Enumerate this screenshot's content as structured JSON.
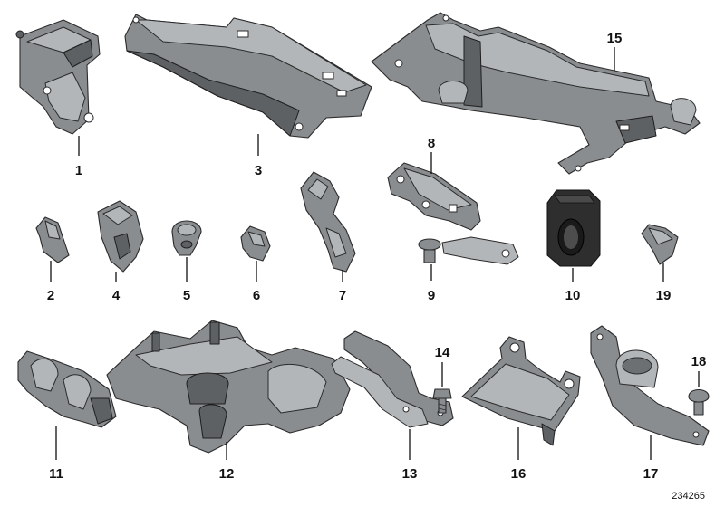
{
  "diagram": {
    "reference_number": "234265",
    "parts": [
      {
        "id": "p1",
        "label": "1"
      },
      {
        "id": "p2",
        "label": "2"
      },
      {
        "id": "p3",
        "label": "3"
      },
      {
        "id": "p4",
        "label": "4"
      },
      {
        "id": "p5",
        "label": "5"
      },
      {
        "id": "p6",
        "label": "6"
      },
      {
        "id": "p7",
        "label": "7"
      },
      {
        "id": "p8",
        "label": "8"
      },
      {
        "id": "p9",
        "label": "9"
      },
      {
        "id": "p10",
        "label": "10"
      },
      {
        "id": "p11",
        "label": "11"
      },
      {
        "id": "p12",
        "label": "12"
      },
      {
        "id": "p13",
        "label": "13"
      },
      {
        "id": "p14",
        "label": "14"
      },
      {
        "id": "p15",
        "label": "15"
      },
      {
        "id": "p16",
        "label": "16"
      },
      {
        "id": "p17",
        "label": "17"
      },
      {
        "id": "p18",
        "label": "18"
      },
      {
        "id": "p19",
        "label": "19"
      }
    ]
  }
}
